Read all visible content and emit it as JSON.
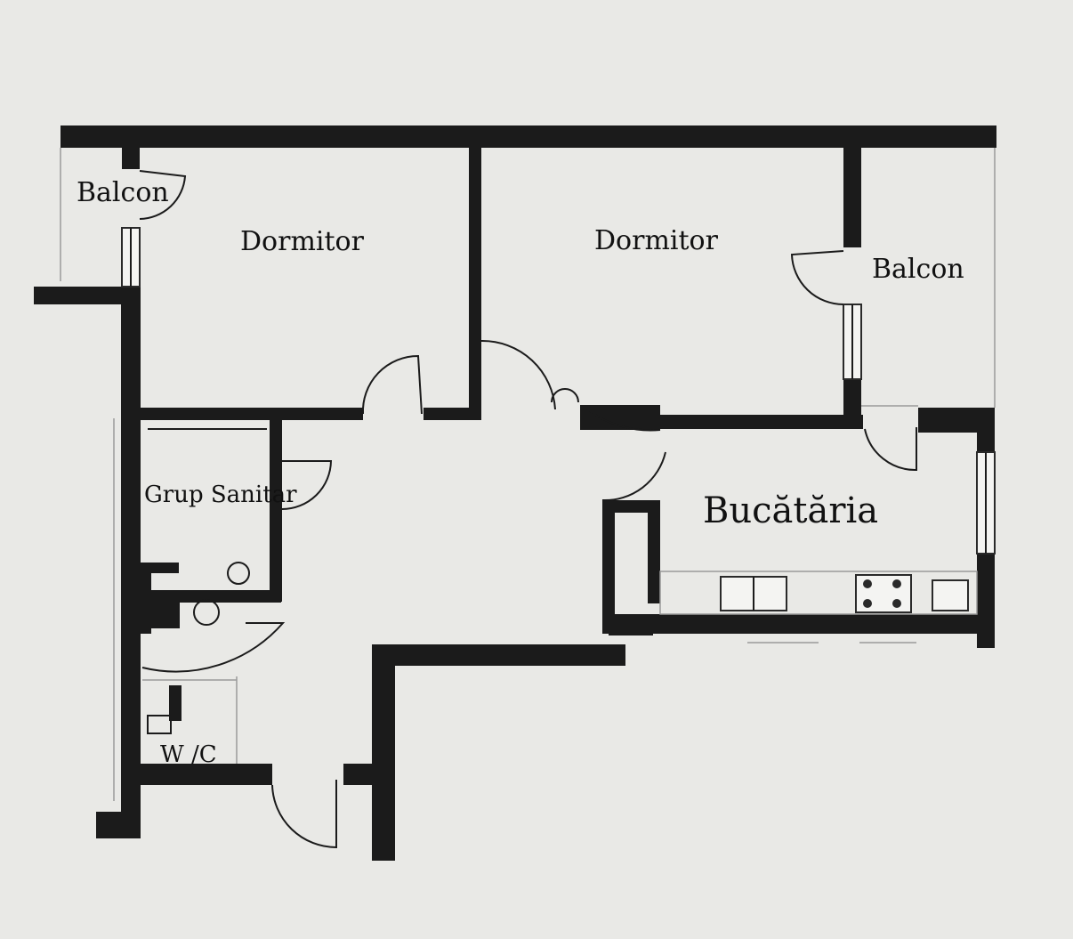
{
  "rooms": {
    "balcony_left": "Balcon",
    "bedroom_left": "Dormitor",
    "bedroom_right": "Dormitor",
    "balcony_right": "Balcon",
    "bathroom": "Grup Sanitar",
    "kitchen": "Bucătăria",
    "toilet": "W /C"
  }
}
